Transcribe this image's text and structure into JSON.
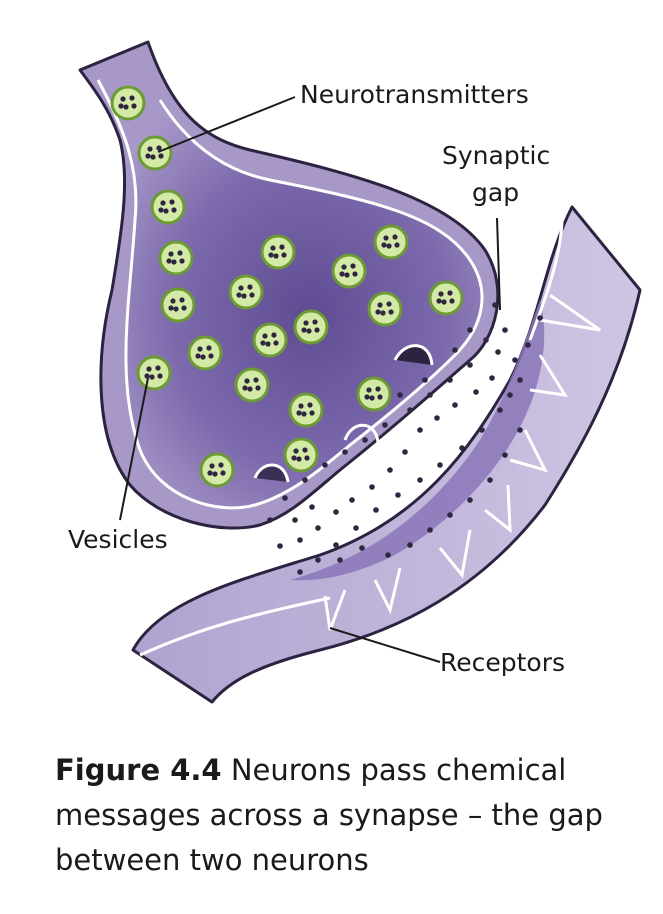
{
  "labels": {
    "neurotransmitters": "Neurotransmitters",
    "synaptic_gap_line1": "Synaptic",
    "synaptic_gap_line2": "gap",
    "vesicles": "Vesicles",
    "receptors": "Receptors"
  },
  "caption": {
    "figure_number": "Figure 4.4",
    "text": "Neurons pass chemical messages across a synapse – the gap between two neurons"
  },
  "colors": {
    "axon_fill": "#b4a6cf",
    "terminal_inner": "#7d6aad",
    "terminal_center": "#5e4b92",
    "membrane_line": "#ffffff",
    "outline": "#2b2340",
    "vesicle_fill": "#d3e9a6",
    "vesicle_ring": "#6c9a33",
    "transmitter_dot": "#2f2640",
    "receiving_neuron": "#c3b7da",
    "receiving_dark": "#7a66ad"
  }
}
